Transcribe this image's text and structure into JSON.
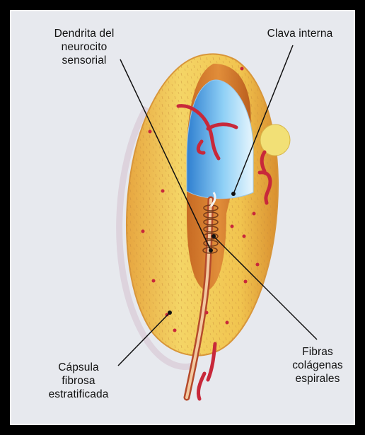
{
  "labels": {
    "dendrite": [
      "Dendrita del",
      "neurocito",
      "sensorial"
    ],
    "inner_club": [
      "Clava interna"
    ],
    "capsule": [
      "Cápsula",
      "fibrosa",
      "estratificada"
    ],
    "fibers": [
      "Fibras",
      "colágenas",
      "espirales"
    ]
  },
  "colors": {
    "background": "#e7e9ee",
    "capsule_light": "#f3d25f",
    "capsule_dark": "#d98a2a",
    "inner_club": "#5fb3e8",
    "vessels": "#c8283a",
    "frame": "#000000"
  }
}
